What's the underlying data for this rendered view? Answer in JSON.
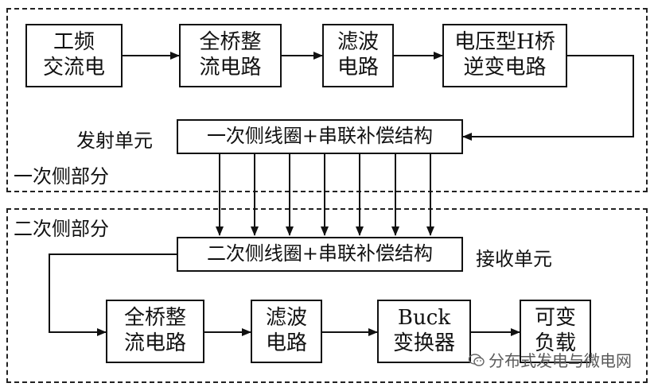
{
  "regions": {
    "primary_label": "一次侧部分",
    "secondary_label": "二次侧部分"
  },
  "blocks": {
    "ac_power": "工频\n交流电",
    "rectifier_1": "全桥整\n流电路",
    "filter_1": "滤波\n电路",
    "inverter": "电压型H桥\n逆变电路",
    "primary_coil": "一次侧线圈+串联补偿结构",
    "secondary_coil": "二次侧线圈+串联补偿结构",
    "rectifier_2": "全桥整\n流电路",
    "filter_2": "滤波\n电路",
    "buck": "Buck\n变换器",
    "load": "可变\n负载"
  },
  "labels": {
    "transmit_unit": "发射单元",
    "receive_unit": "接收单元"
  },
  "watermark": "分布式发电与微电网"
}
